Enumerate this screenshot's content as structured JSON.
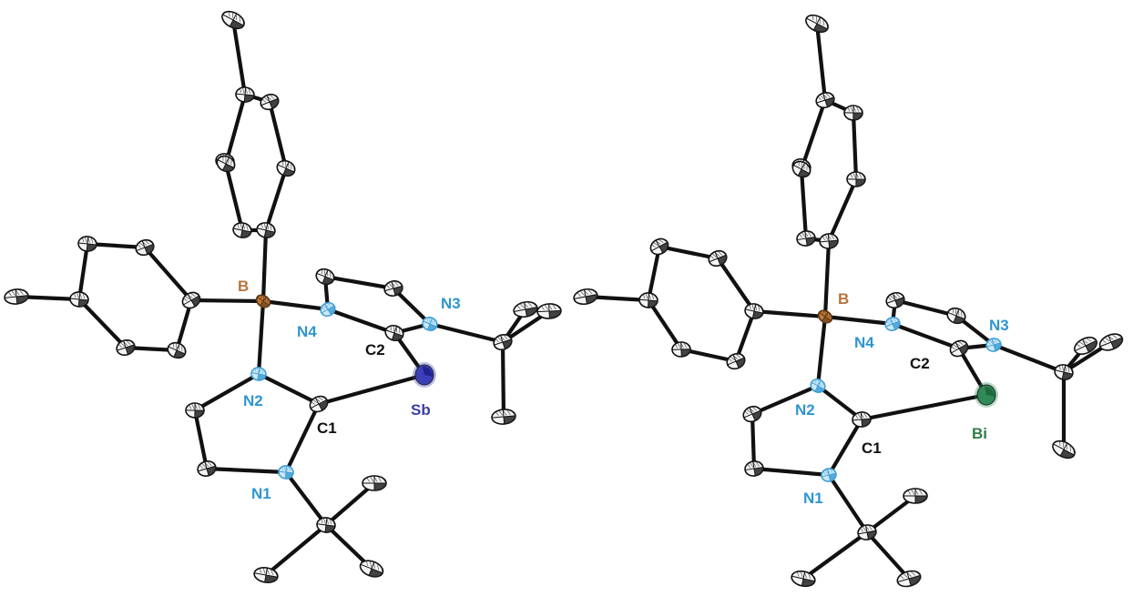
{
  "colors": {
    "bond": "#111111",
    "carbon": "#f4f4f4",
    "nitrogen": "#3f9fd6",
    "nitrogen_label": "#2e95d3",
    "boron": "#c07a3c",
    "boron_label": "#b8733a",
    "carbon_label": "#111111",
    "sb": "#3b3fb8",
    "sb_label": "#3b3fa8",
    "bi": "#2f8a57",
    "bi_label": "#2f7d47"
  },
  "molecules": [
    {
      "name": "sb-complex",
      "metal_label": "Sb",
      "labels": {
        "B": "B",
        "N1": "N1",
        "N2": "N2",
        "N3": "N3",
        "N4": "N4",
        "C1": "C1",
        "C2": "C2"
      }
    },
    {
      "name": "bi-complex",
      "metal_label": "Bi",
      "labels": {
        "B": "B",
        "N1": "N1",
        "N2": "N2",
        "N3": "N3",
        "N4": "N4",
        "C1": "C1",
        "C2": "C2"
      }
    }
  ]
}
